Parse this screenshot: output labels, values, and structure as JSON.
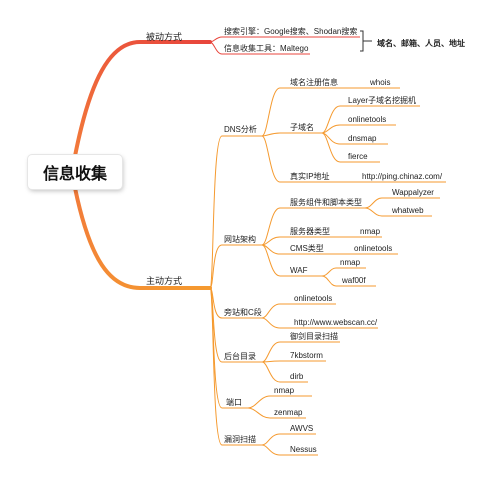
{
  "root": "信息收集",
  "passive": {
    "label": "被动方式",
    "items": [
      "搜索引擎：Google搜索、Shodan搜索",
      "信息收集工具：Maltego"
    ],
    "callout": "域名、邮箱、人员、地址"
  },
  "active": {
    "label": "主动方式",
    "dns": {
      "label": "DNS分析",
      "whois_label": "域名注册信息",
      "whois_tool": "whois",
      "subdomain_label": "子域名",
      "subdomain_tools": [
        "Layer子域名挖掘机",
        "onlinetools",
        "dnsmap",
        "fierce"
      ],
      "realip_label": "真实IP地址",
      "realip_tool": "http://ping.chinaz.com/"
    },
    "arch": {
      "label": "网站架构",
      "service_label": "服务组件和脚本类型",
      "service_tools": [
        "Wappalyzer",
        "whatweb"
      ],
      "server_label": "服务器类型",
      "server_tool": "nmap",
      "cms_label": "CMS类型",
      "cms_tool": "onlinetools",
      "waf_label": "WAF",
      "waf_tools": [
        "nmap",
        "waf00f"
      ]
    },
    "side": {
      "label": "旁站和C段",
      "tools": [
        "onlinetools",
        "http://www.webscan.cc/"
      ]
    },
    "backend": {
      "label": "后台目录",
      "tools": [
        "御剑目录扫描",
        "7kbstorm",
        "dirb"
      ]
    },
    "port": {
      "label": "端口",
      "tools": [
        "nmap",
        "zenmap"
      ]
    },
    "vuln": {
      "label": "漏洞扫描",
      "tools": [
        "AWVS",
        "Nessus"
      ]
    }
  },
  "colors": {
    "passive_branch": "#e8453c",
    "active_branch": "#f59a2f",
    "root_border": "#e6e6e6"
  }
}
